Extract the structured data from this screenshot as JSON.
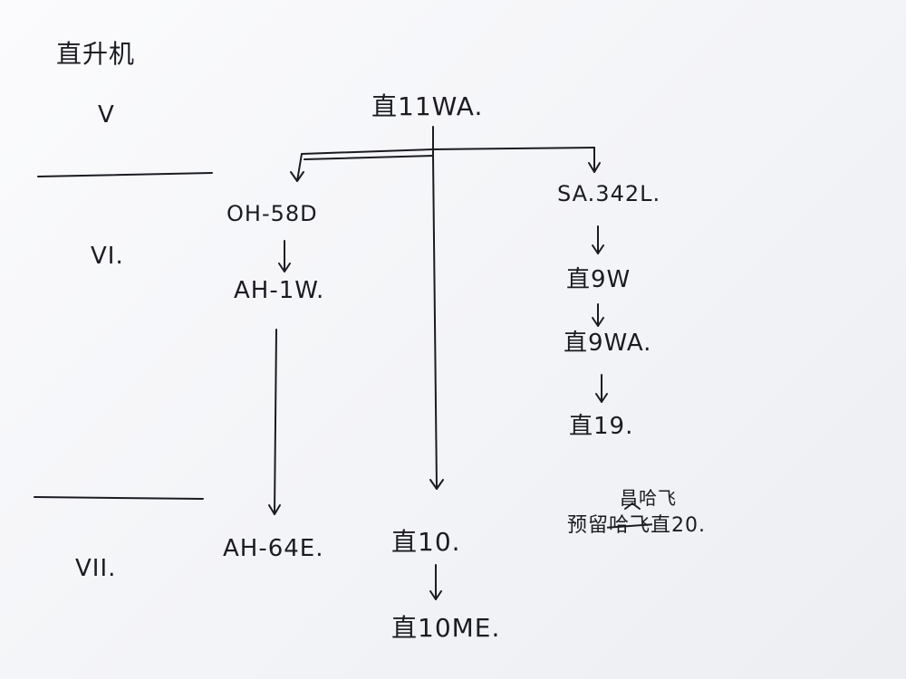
{
  "title": "直升机",
  "generations": {
    "v": "V",
    "vi": "VI.",
    "vii": "VII."
  },
  "root": "直11WA.",
  "left_branch": {
    "oh58d": "OH-58D",
    "ah1w": "AH-1W.",
    "ah64e": "AH-64E."
  },
  "middle_branch": {
    "z10": "直10.",
    "z10me": "直10ME."
  },
  "right_branch": {
    "sa342l": "SA.342L.",
    "z9w": "直9W",
    "z9wa": "直9WA.",
    "z19": "直19.",
    "reserve_prefix": "预留",
    "reserve_struck": "哈飞",
    "reserve_suffix": "直20.",
    "reserve_inserted": "昌哈飞"
  }
}
